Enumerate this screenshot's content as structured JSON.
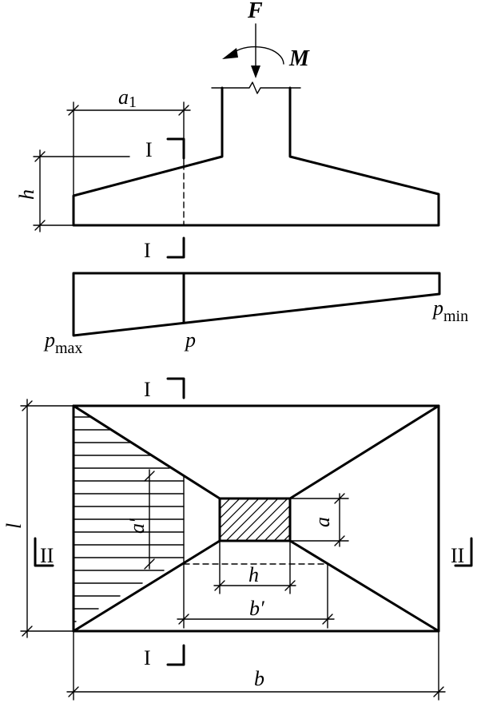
{
  "labels": {
    "force": "F",
    "moment": "M",
    "a1_main": "a",
    "a1_sub": "1",
    "height": "h",
    "pmax_main": "p",
    "pmax_sub": "max",
    "p_mid": "p",
    "pmin_main": "p",
    "pmin_sub": "min",
    "width_l": "l",
    "a_prime": "a′",
    "a_small": "a",
    "h_plan": "h",
    "b_prime": "b′",
    "b": "b",
    "section_1": "I",
    "section_2": "II"
  }
}
